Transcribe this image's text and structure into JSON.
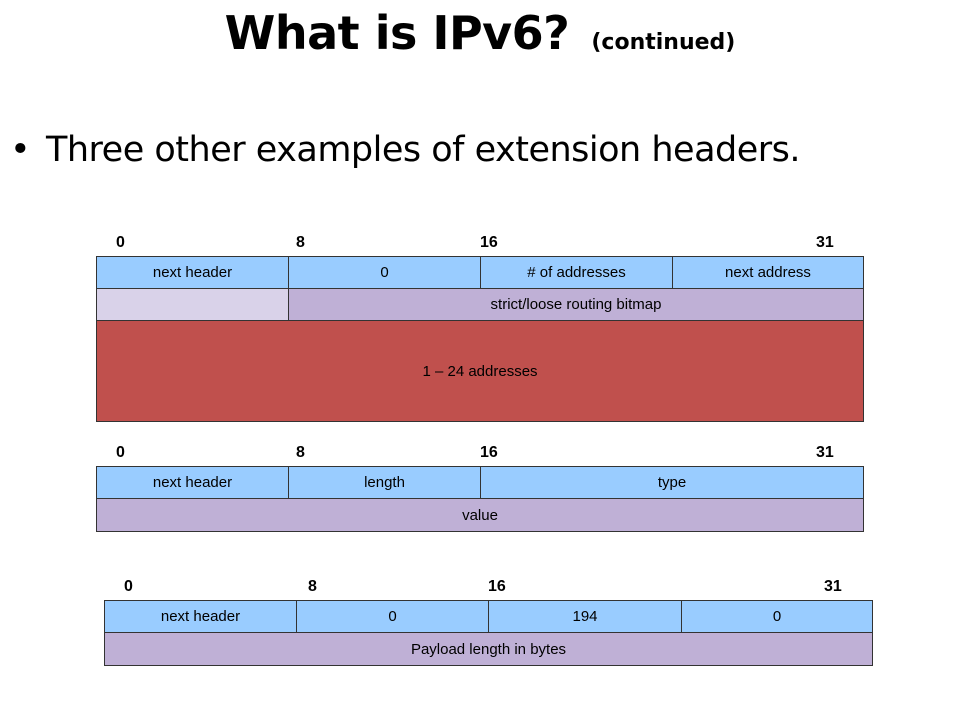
{
  "slide": {
    "title": "What is IPv6?",
    "title_suffix": "(continued)",
    "bullet_symbol": "•",
    "bullet": "Three other examples of extension headers."
  },
  "diagram1": {
    "bits": [
      "0",
      "8",
      "16",
      "31"
    ],
    "row1": [
      "next header",
      "0",
      "# of addresses",
      "next address"
    ],
    "row2": [
      "",
      "strict/loose routing bitmap"
    ],
    "row3": "1 – 24 addresses"
  },
  "diagram2": {
    "bits": [
      "0",
      "8",
      "16",
      "31"
    ],
    "row1": [
      "next header",
      "length",
      "type"
    ],
    "row2": "value"
  },
  "diagram3": {
    "bits": [
      "0",
      "8",
      "16",
      "31"
    ],
    "row1": [
      "next header",
      "0",
      "194",
      "0"
    ],
    "row2": "Payload length in bytes"
  },
  "colors": {
    "field_blue": "#99ccff",
    "field_purple": "#bfb0d6",
    "field_lavender": "#d9d2e9",
    "field_red": "#c0504d"
  }
}
